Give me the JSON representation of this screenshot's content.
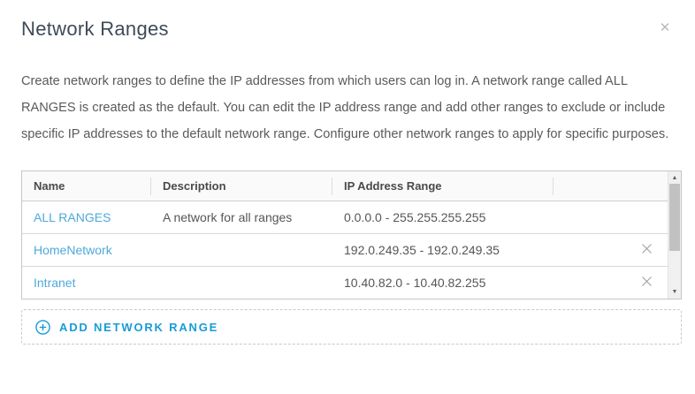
{
  "dialog": {
    "title": "Network Ranges",
    "description": "Create network ranges to define the IP addresses from which users can log in. A network range called ALL RANGES is created as the default. You can edit the IP address range and add other ranges to exclude or include specific IP addresses to the default network range. Configure other network ranges to apply for specific purposes."
  },
  "icons": {
    "close": "✕",
    "delete": "x-icon",
    "scroll_up": "▲",
    "scroll_down": "▼",
    "add": "plus-circle"
  },
  "table": {
    "columns": [
      "Name",
      "Description",
      "IP Address Range",
      ""
    ],
    "rows": [
      {
        "name": "ALL RANGES",
        "description": "A network for all ranges",
        "ip_range": "0.0.0.0 - 255.255.255.255",
        "deletable": false
      },
      {
        "name": "HomeNetwork",
        "description": "",
        "ip_range": "192.0.249.35 - 192.0.249.35",
        "deletable": true
      },
      {
        "name": "Intranet",
        "description": "",
        "ip_range": "10.40.82.0 - 10.40.82.255",
        "deletable": true
      }
    ]
  },
  "add_button": {
    "label": "ADD NETWORK RANGE"
  },
  "colors": {
    "title_text": "#3e4a57",
    "body_text": "#5a5a5a",
    "link": "#4fa8dc",
    "accent": "#189bd7",
    "table_border": "#c6c6c6",
    "row_divider": "#d8d8d8",
    "header_bg": "#fafafa",
    "scrollbar_thumb": "#c1c1c1"
  }
}
